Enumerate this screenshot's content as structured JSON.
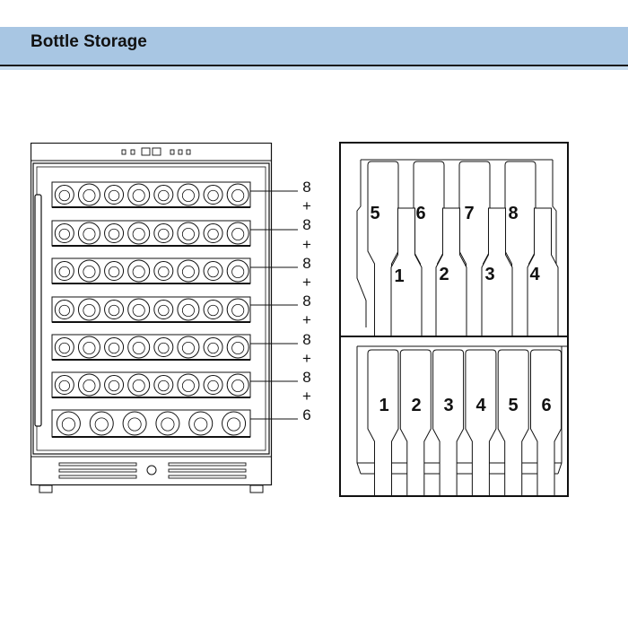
{
  "header": {
    "title": "Bottle Storage"
  },
  "cabinet": {
    "shelf_counts": [
      "8",
      "8",
      "8",
      "8",
      "8",
      "8",
      "6"
    ],
    "separator": "+"
  },
  "top_shelf_view": {
    "upper_row": [
      "5",
      "6",
      "7",
      "8"
    ],
    "lower_row": [
      "1",
      "2",
      "3",
      "4"
    ]
  },
  "bottom_shelf_view": {
    "bottles": [
      "1",
      "2",
      "3",
      "4",
      "5",
      "6"
    ]
  }
}
